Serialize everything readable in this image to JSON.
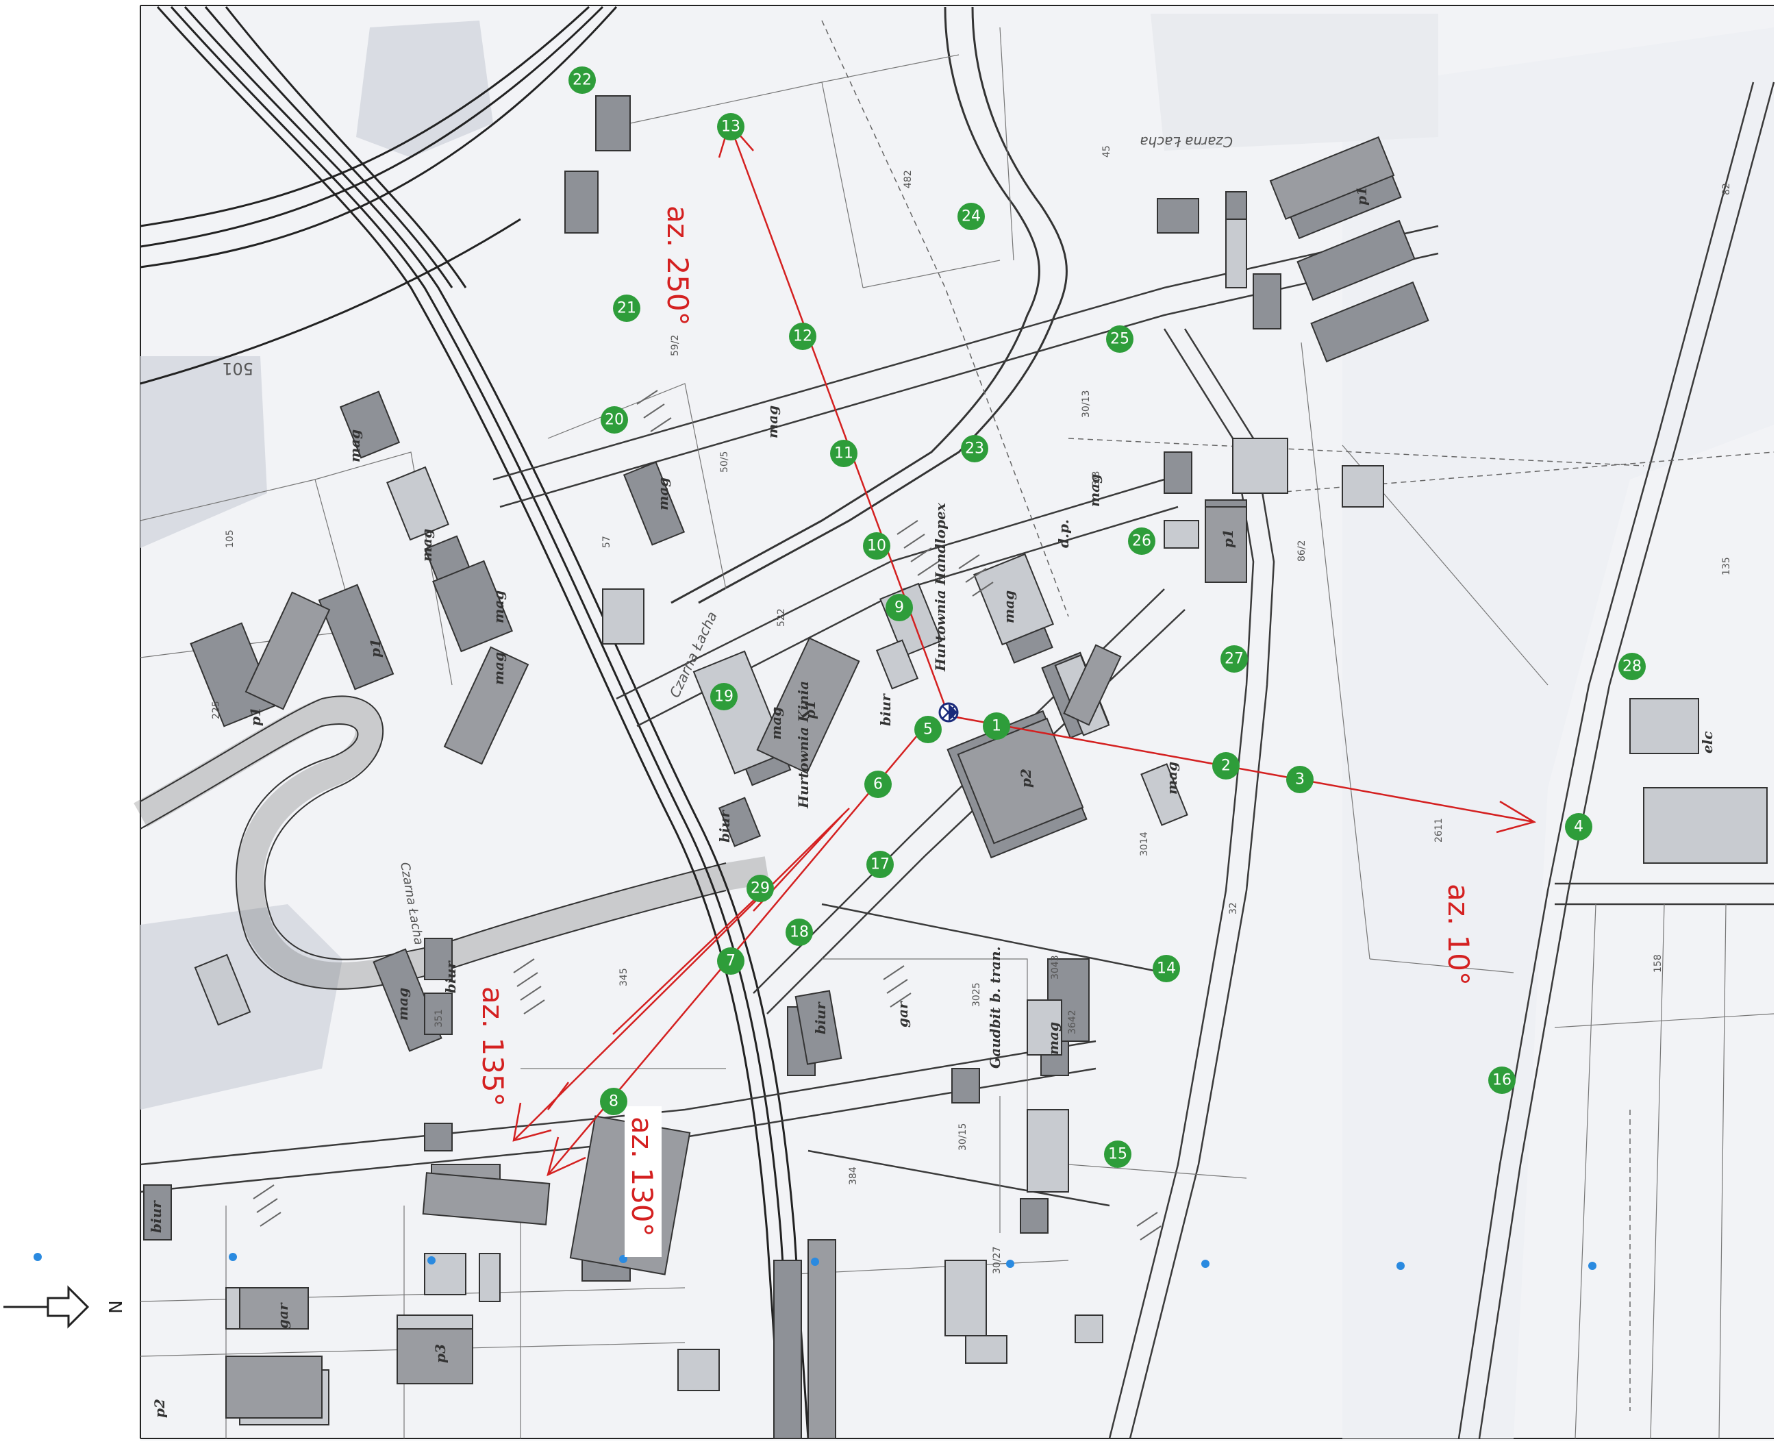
{
  "map": {
    "north_label": "N",
    "colors": {
      "background": "#f2f3f6",
      "building": "#8e9197",
      "building_light": "#c8cbd0",
      "line": "#3a3a3a",
      "point": "#2e9d3a",
      "azimuth": "#d42020",
      "blue_dot": "#2a8ae0"
    },
    "azimuths": [
      "az. 250°",
      "az. 10°",
      "az. 135°",
      "az. 130°"
    ],
    "points": [
      "1",
      "2",
      "3",
      "4",
      "5",
      "6",
      "7",
      "8",
      "9",
      "10",
      "11",
      "12",
      "13",
      "14",
      "15",
      "16",
      "17",
      "18",
      "19",
      "20",
      "21",
      "22",
      "23",
      "24",
      "25",
      "26",
      "27",
      "28",
      "29"
    ],
    "building_labels": [
      "mag",
      "mag",
      "mag",
      "mag",
      "mag",
      "mag",
      "mag",
      "mag",
      "mag",
      "mag",
      "mag",
      "mag",
      "p1",
      "p1",
      "p1",
      "p1",
      "p1",
      "p2",
      "p2",
      "p3",
      "biur",
      "biur",
      "biur",
      "biur",
      "biur",
      "gar",
      "gar",
      "elc",
      "d.p.",
      "Hurtownia Kinia",
      "Hurtownia Handlopex",
      "Gaudbit b. tran."
    ],
    "street_labels": [
      "Czarna Łacha",
      "Czarna Łacha",
      "Czarna Łacha",
      "501"
    ],
    "parcel_labels": [
      "57",
      "482",
      "522",
      "105",
      "225",
      "59/2",
      "50/5",
      "2611",
      "158",
      "135",
      "32",
      "82",
      "45",
      "86/2",
      "3014",
      "3025",
      "3043",
      "30/15",
      "30/27",
      "384",
      "345",
      "351",
      "3642",
      "30/13",
      "3/3"
    ]
  }
}
